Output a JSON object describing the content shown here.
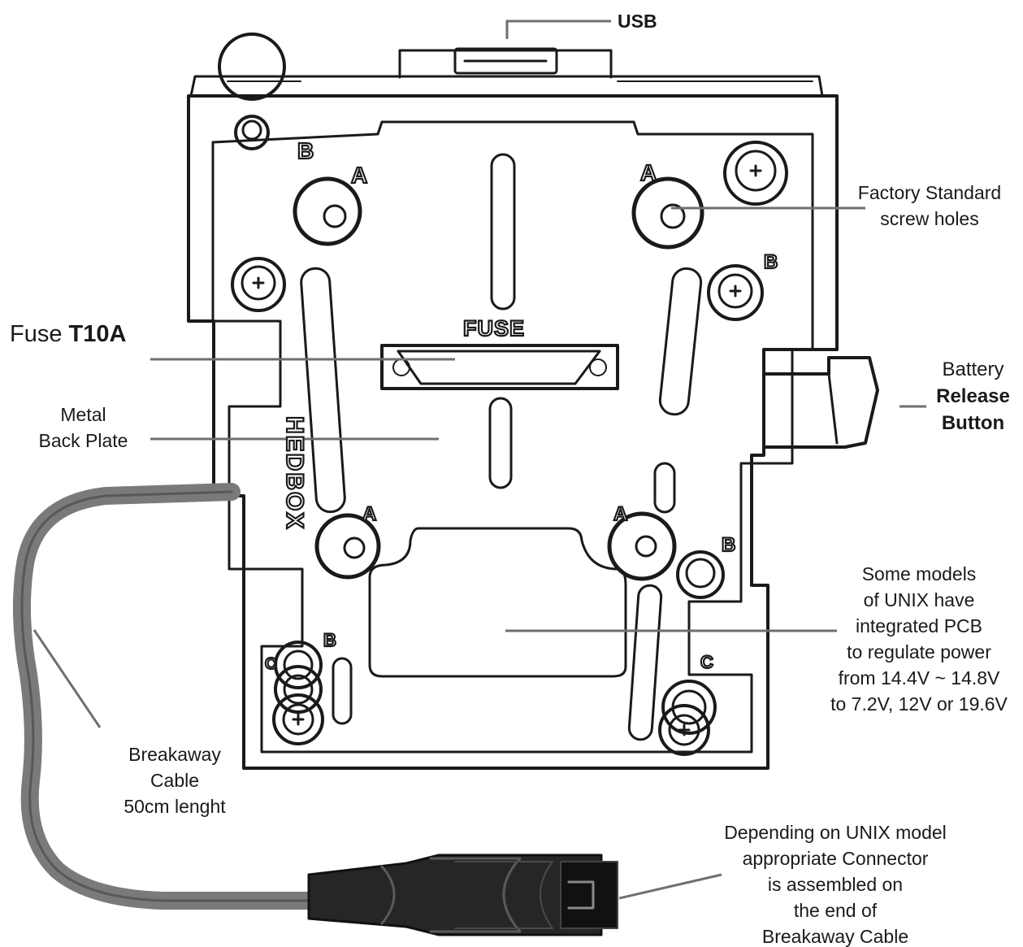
{
  "labels": {
    "usb": "USB",
    "fuse_prefix": "Fuse",
    "fuse_rating": "T10A",
    "factory_screw": [
      "Factory Standard",
      "screw holes"
    ],
    "metal_plate": [
      "Metal",
      "Back Plate"
    ],
    "battery_release": [
      "Battery",
      "Release",
      "Button"
    ],
    "pcb_note": [
      "Some models",
      "of UNIX have",
      "integrated PCB",
      "to regulate power",
      "from 14.4V ~ 14.8V",
      "to 7.2V, 12V or 19.6V"
    ],
    "breakaway_cable": [
      "Breakaway",
      "Cable",
      "50cm lenght"
    ],
    "connector_note": [
      "Depending on UNIX model",
      "appropriate Connector",
      "is assembled on",
      "the end of",
      "Breakaway Cable"
    ]
  },
  "plate_marks": {
    "fuse": "FUSE",
    "brand": "HEDBOX",
    "mount_a": "A",
    "mount_b": "B",
    "mount_c": "C"
  },
  "colors": {
    "ink": "#1a1a1a",
    "leader": "#6f6f6f",
    "cable": "#7a7a7a",
    "connector": "#262626"
  }
}
